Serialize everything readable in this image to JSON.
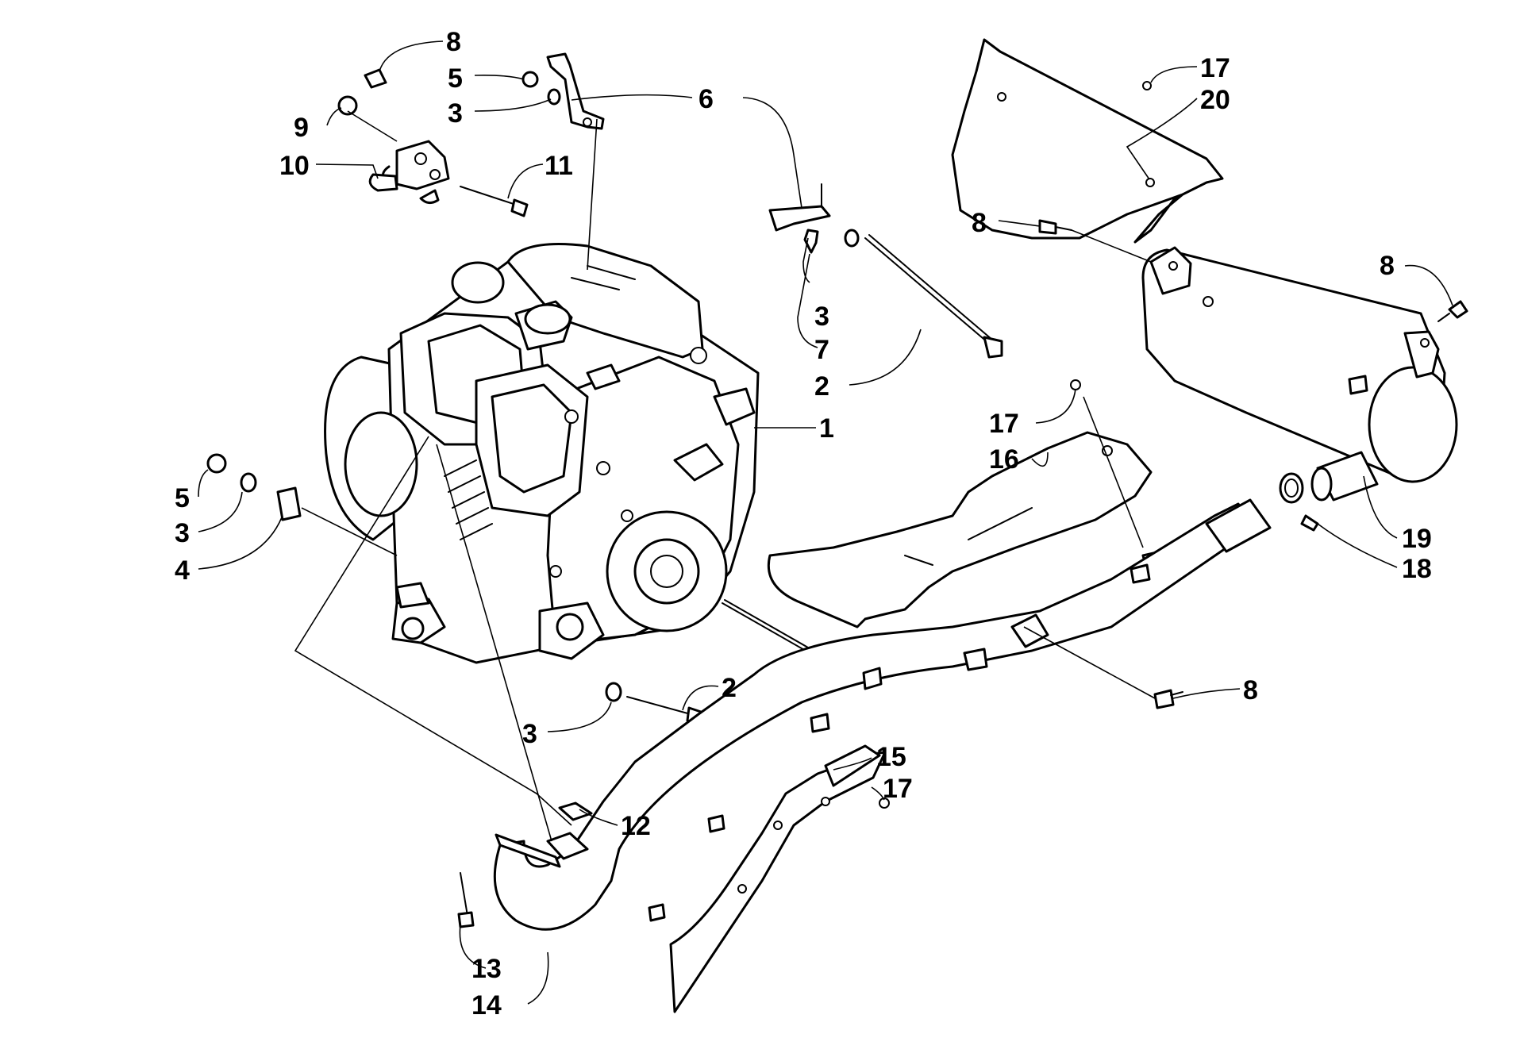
{
  "diagram": {
    "callouts": {
      "c1": "1",
      "c2a": "2",
      "c2b": "2",
      "c3a": "3",
      "c3b": "3",
      "c3c": "3",
      "c3d": "3",
      "c4": "4",
      "c5a": "5",
      "c5b": "5",
      "c6": "6",
      "c7": "7",
      "c8a": "8",
      "c8b": "8",
      "c8c": "8",
      "c8d": "8",
      "c9": "9",
      "c10": "10",
      "c11": "11",
      "c12": "12",
      "c13": "13",
      "c14": "14",
      "c15": "15",
      "c16": "16",
      "c17a": "17",
      "c17b": "17",
      "c17c": "17",
      "c18": "18",
      "c19": "19",
      "c20": "20"
    }
  }
}
